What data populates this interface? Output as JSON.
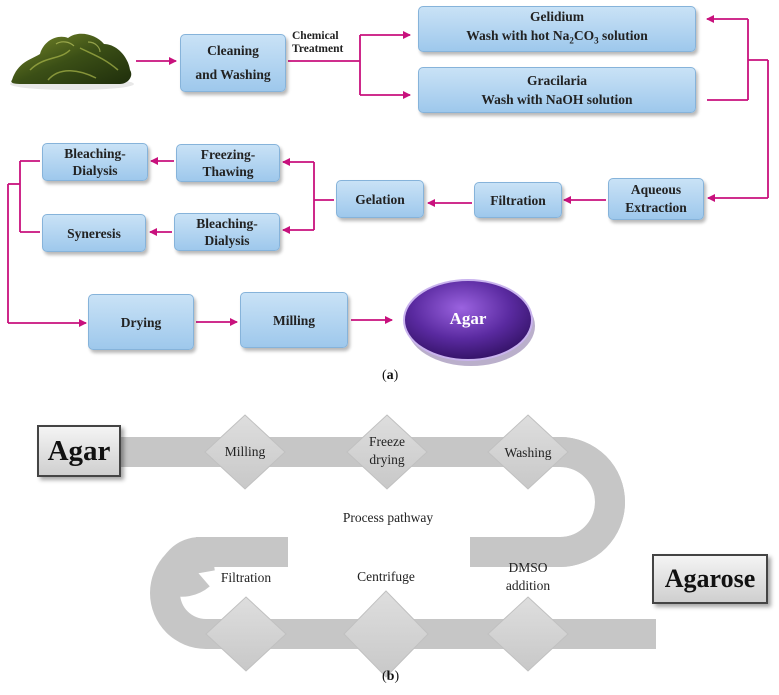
{
  "panel_a": {
    "cleaning_line1": "Cleaning",
    "cleaning_line2": "and Washing",
    "chemical_line1": "Chemical",
    "chemical_line2": "Treatment",
    "gelidium_line1": "Gelidium",
    "gelidium_line2_pre": "Wash with hot Na",
    "gelidium_sub1": "2",
    "gelidium_mid": "CO",
    "gelidium_sub2": "3",
    "gelidium_post": " solution",
    "gracilaria_line1": "Gracilaria",
    "gracilaria_line2": "Wash with NaOH solution",
    "aqueous_line1": "Aqueous",
    "aqueous_line2": "Extraction",
    "filtration": "Filtration",
    "gelation": "Gelation",
    "freezing_line1": "Freezing-",
    "freezing_line2": "Thawing",
    "bleach1_line1": "Bleaching-",
    "bleach1_line2": "Dialysis",
    "bleach2_line1": "Bleaching-",
    "bleach2_line2": "Dialysis",
    "syneresis": "Syneresis",
    "drying": "Drying",
    "milling": "Milling",
    "agar_oval": "Agar",
    "caption_open": "(",
    "caption_letter": "a",
    "caption_close": ")"
  },
  "panel_b": {
    "agar": "Agar",
    "agarose": "Agarose",
    "process_label": "Process pathway",
    "steps_top": [
      "Milling",
      "Freeze drying",
      "Washing"
    ],
    "steps_bottom": [
      "Filtration",
      "Centrifuge",
      "DMSO addition"
    ],
    "caption_open": "(",
    "caption_letter": "b",
    "caption_close": ")"
  },
  "colors": {
    "arrow": "#c8117d",
    "box_fill": "#a9cff0",
    "oval_fill": "#5a2aa0",
    "path_gray": "#c6c6c6",
    "diamond_gray": "#d4d4d4"
  }
}
